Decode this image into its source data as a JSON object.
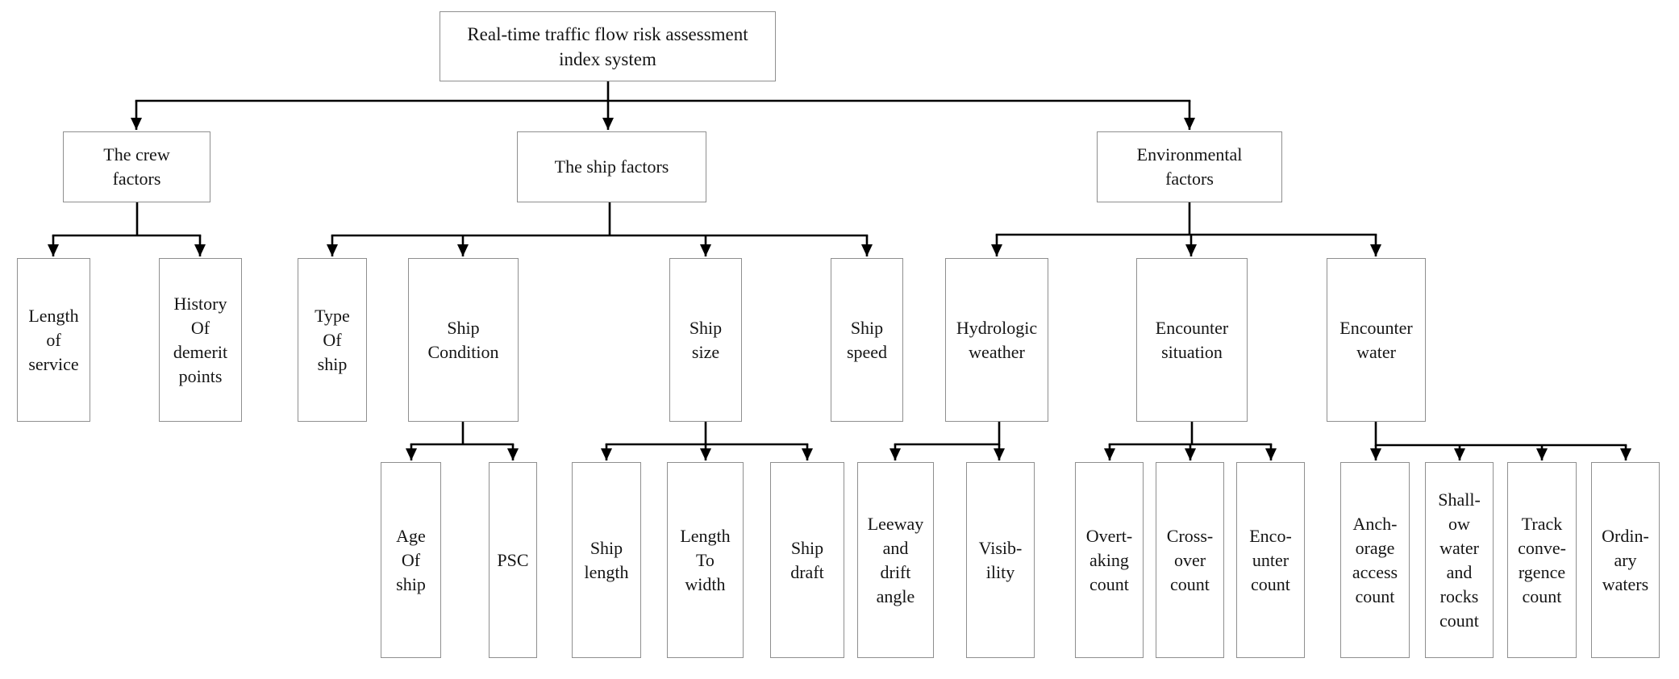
{
  "diagram": {
    "title": "Real-time traffic flow risk assessment index system",
    "type": "tree",
    "levels": 4,
    "colors": {
      "line": "#000000",
      "box_border": "#8f8f8f",
      "box_fill": "#ffffff",
      "text": "#151515"
    },
    "hierarchy": {
      "root": [
        "crew_factors",
        "ship_factors",
        "environmental_factors"
      ],
      "crew_factors": [
        "length_of_service",
        "history_of_demerit_points"
      ],
      "ship_factors": [
        "type_of_ship",
        "ship_condition",
        "ship_size",
        "ship_speed"
      ],
      "environmental_factors": [
        "hydrologic_weather",
        "encounter_situation",
        "encounter_water"
      ],
      "ship_condition": [
        "age_of_ship",
        "psc"
      ],
      "ship_size": [
        "ship_length",
        "length_to_width",
        "ship_draft"
      ],
      "hydrologic_weather": [
        "leeway_and_drift_angle",
        "visibility"
      ],
      "encounter_situation": [
        "overtaking_count",
        "crossover_count",
        "encounter_count"
      ],
      "encounter_water": [
        "anchorage_access_count",
        "shallow_water_and_rocks_count",
        "track_convergence_count",
        "ordinary_waters"
      ]
    }
  },
  "nodes": {
    "root": {
      "label": "Real-time traffic flow risk assessment\nindex system"
    },
    "crew_factors": {
      "label": "The crew\nfactors"
    },
    "ship_factors": {
      "label": "The ship factors"
    },
    "environmental_factors": {
      "label": "Environmental\nfactors"
    },
    "length_of_service": {
      "label": "Length\nof\nservice"
    },
    "history_of_demerit_points": {
      "label": "History\nOf\ndemerit\npoints"
    },
    "type_of_ship": {
      "label": "Type\nOf\nship"
    },
    "ship_condition": {
      "label": "Ship\nCondition"
    },
    "ship_size": {
      "label": "Ship\nsize"
    },
    "ship_speed": {
      "label": "Ship\nspeed"
    },
    "hydrologic_weather": {
      "label": "Hydrologic\nweather"
    },
    "encounter_situation": {
      "label": "Encounter\nsituation"
    },
    "encounter_water": {
      "label": "Encounter\nwater"
    },
    "age_of_ship": {
      "label": "Age\nOf\nship"
    },
    "psc": {
      "label": "PSC"
    },
    "ship_length": {
      "label": "Ship\nlength"
    },
    "length_to_width": {
      "label": "Length\nTo\nwidth"
    },
    "ship_draft": {
      "label": "Ship\ndraft"
    },
    "leeway_and_drift_angle": {
      "label": "Leeway\nand\ndrift\nangle"
    },
    "visibility": {
      "label": "Visib-\nility"
    },
    "overtaking_count": {
      "label": "Overt-\naking\ncount"
    },
    "crossover_count": {
      "label": "Cross-\nover\ncount"
    },
    "encounter_count": {
      "label": "Enco-\nunter\ncount"
    },
    "anchorage_access_count": {
      "label": "Anch-\norage\naccess\ncount"
    },
    "shallow_water_and_rocks_count": {
      "label": "Shall-\now\nwater\nand\nrocks\ncount"
    },
    "track_convergence_count": {
      "label": "Track\nconve-\nrgence\ncount"
    },
    "ordinary_waters": {
      "label": "Ordin-\nary\nwaters"
    }
  }
}
